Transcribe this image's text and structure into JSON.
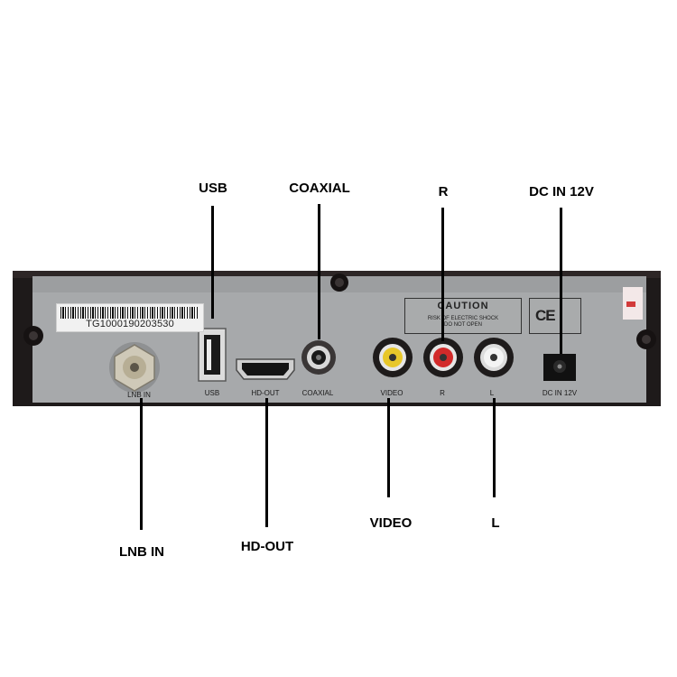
{
  "callouts": {
    "usb": "USB",
    "coaxial": "COAXIAL",
    "r": "R",
    "dc_in": "DC IN 12V",
    "lnb_in": "LNB IN",
    "hd_out": "HD-OUT",
    "video": "VIDEO",
    "l": "L"
  },
  "port_labels": {
    "lnb_in": "LNB IN",
    "usb": "USB",
    "hd_out": "HD-OUT",
    "coaxial": "COAXIAL",
    "video": "VIDEO",
    "r": "R",
    "l": "L",
    "dc_in": "DC IN 12V"
  },
  "sticker": {
    "serial": "TG1000190203530"
  },
  "caution": {
    "title": "CAUTION",
    "line1": "RISK OF ELECTRIC SHOCK",
    "line2": "DO NOT OPEN"
  },
  "ce": {
    "mark": "CE"
  },
  "colors": {
    "panel": "#a7a9ab",
    "case": "#1c1818",
    "rca_video": "#e8c72a",
    "rca_right": "#d22a2a",
    "rca_left": "#f4f4f4"
  }
}
